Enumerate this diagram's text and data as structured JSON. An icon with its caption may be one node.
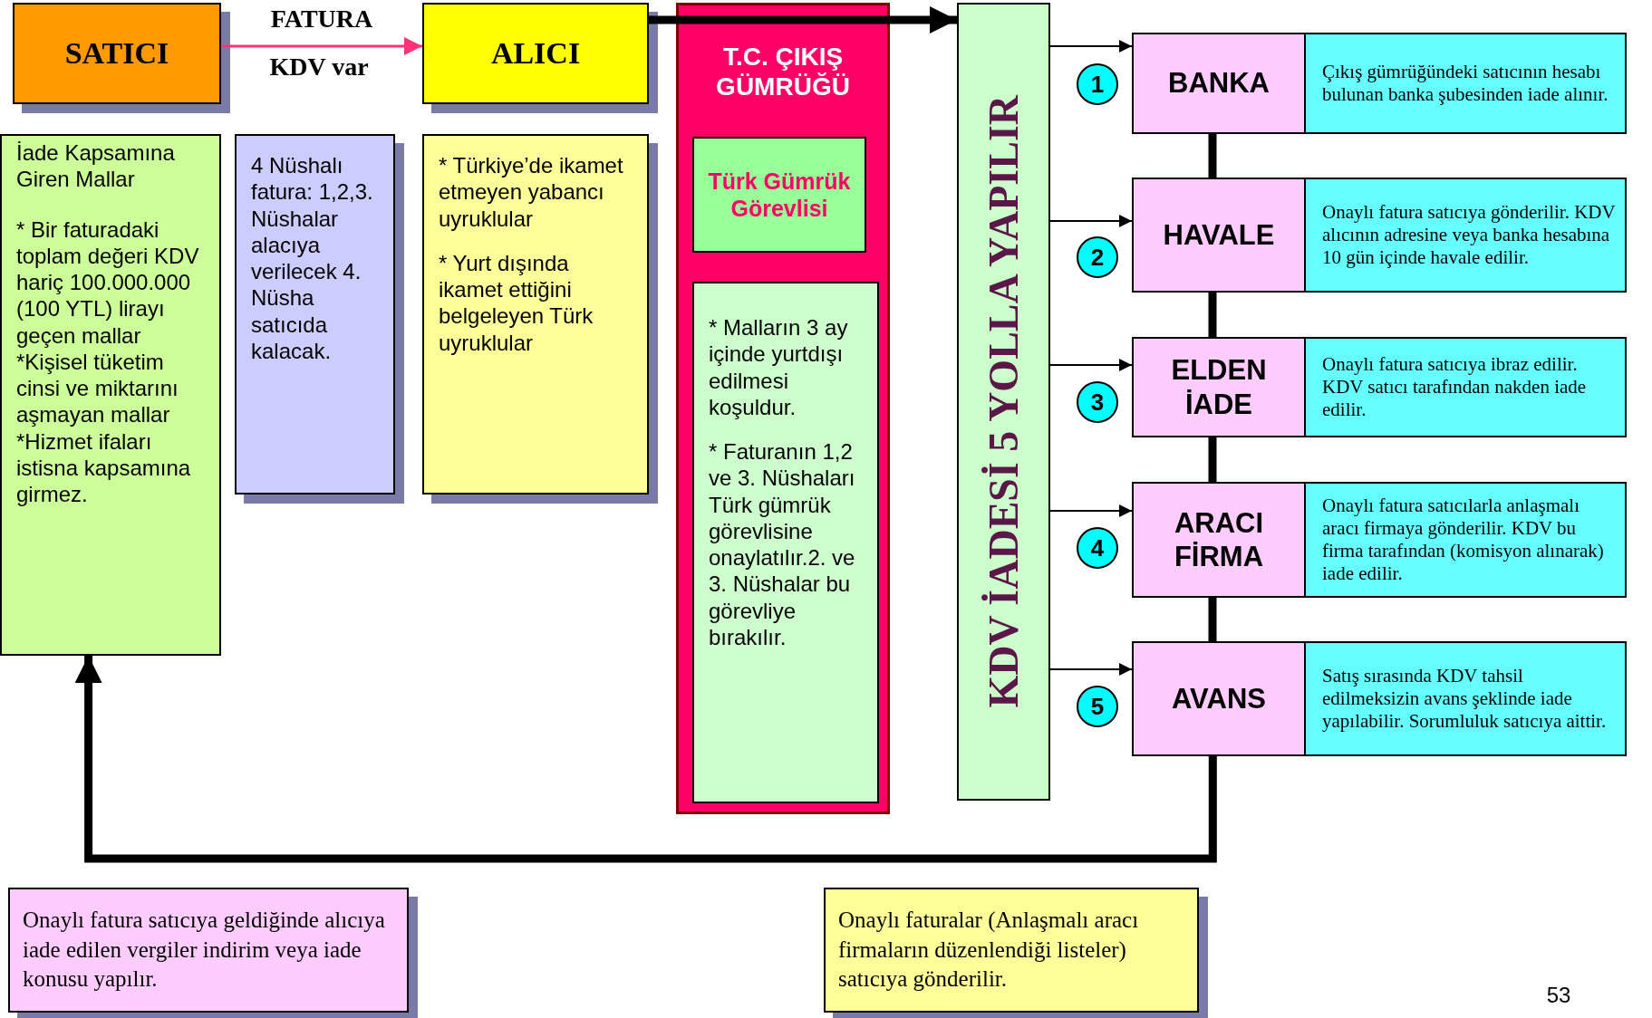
{
  "diagram": {
    "nodes": [
      {
        "text": [
          "SATICI"
        ]
      },
      {
        "text": [
          "ALICI"
        ]
      },
      {
        "text": [
          "T.C. ÇIKIŞ GÜMRÜĞÜ"
        ]
      },
      {
        "text": [
          "Türk Gümrük Görevlisi"
        ],
        "in": 2
      },
      {
        "text": [
          "İade Kapsamına Giren Mallar",
          "* Bir faturadaki toplam değeri KDV hariç 100.000.000 (100 YTL) lirayı geçen mallar",
          "*Kişisel tüketim cinsi ve miktarını aşmayan mallar",
          "*Hizmet ifaları istisna kapsamına girmez."
        ]
      },
      {
        "text": [
          "4 Nüshalı fatura: 1,2,3. Nüshalar alacıya verilecek 4. Nüsha satıcıda kalacak."
        ]
      },
      {
        "text": [
          "* Türkiye’de ikamet etmeyen yabancı uyruklular",
          "* Yurt dışında ikamet ettiğini belgeleyen Türk uyruklular"
        ]
      },
      {
        "text": [
          "* Malların 3 ay içinde yurtdışı edilmesi koşuldur.",
          "* Faturanın 1,2 ve 3. Nüshaları Türk gümrük görevlisine onaylatılır.2. ve 3. Nüshalar bu görevliye bırakılır."
        ],
        "in": 2
      },
      {
        "text": [
          "KDV İADESİ 5 YOLLA YAPILIR"
        ]
      },
      {
        "text": [
          "BANKA"
        ]
      },
      {
        "text": [
          "Çıkış gümrüğündeki satıcının hesabı bulunan banka şubesinden iade alınır."
        ]
      },
      {
        "text": [
          "1"
        ]
      },
      {
        "text": [
          "HAVALE"
        ]
      },
      {
        "text": [
          "Onaylı fatura satıcıya gönderilir. KDV alıcının adresine veya banka hesabına 10 gün içinde havale edilir."
        ]
      },
      {
        "text": [
          "2"
        ]
      },
      {
        "text": [
          "ELDEN İADE"
        ]
      },
      {
        "text": [
          "Onaylı fatura satıcıya ibraz edilir. KDV satıcı tarafından nakden iade edilir."
        ]
      },
      {
        "text": [
          "3"
        ]
      },
      {
        "text": [
          "ARACI FİRMA"
        ]
      },
      {
        "text": [
          "Onaylı fatura satıcılarla anlaşmalı aracı firmaya gönderilir. KDV bu firma tarafından (komisyon alınarak) iade edilir."
        ]
      },
      {
        "text": [
          "4"
        ]
      },
      {
        "text": [
          "AVANS"
        ]
      },
      {
        "text": [
          "Satış sırasında KDV tahsil edilmeksizin avans şeklinde iade yapılabilir. Sorumluluk satıcıya aittir."
        ]
      },
      {
        "text": [
          "5"
        ]
      },
      {
        "text": [
          "Onaylı fatura satıcıya geldiğinde alıcıya iade edilen vergiler indirim veya iade konusu yapılır."
        ]
      },
      {
        "text": [
          "Onaylı faturalar (Anlaşmalı aracı firmaların düzenlendiği listeler) satıcıya gönderilir."
        ]
      }
    ],
    "edges": [
      {
        "from": 0,
        "to": 1,
        "arrow": "to",
        "label": "FATURA",
        "color": "#ff3377"
      },
      {
        "from": 1,
        "to": 8,
        "arrow": "to",
        "style": "thick"
      },
      {
        "from": 8,
        "to": 9,
        "arrow": "to"
      },
      {
        "from": 8,
        "to": 12,
        "arrow": "to"
      },
      {
        "from": 8,
        "to": 15,
        "arrow": "to"
      },
      {
        "from": 8,
        "to": 18,
        "arrow": "to"
      },
      {
        "from": 8,
        "to": 21,
        "arrow": "to"
      },
      {
        "from": 9,
        "to": 12,
        "arrow": "none",
        "style": "thick"
      },
      {
        "from": 12,
        "to": 15,
        "arrow": "none",
        "style": "thick"
      },
      {
        "from": 15,
        "to": 18,
        "arrow": "none",
        "style": "thick"
      },
      {
        "from": 18,
        "to": 21,
        "arrow": "none",
        "style": "thick"
      },
      {
        "from": 21,
        "to": 4,
        "arrow": "to",
        "style": "thick"
      }
    ],
    "labels": [
      "KDV var",
      "53"
    ]
  }
}
